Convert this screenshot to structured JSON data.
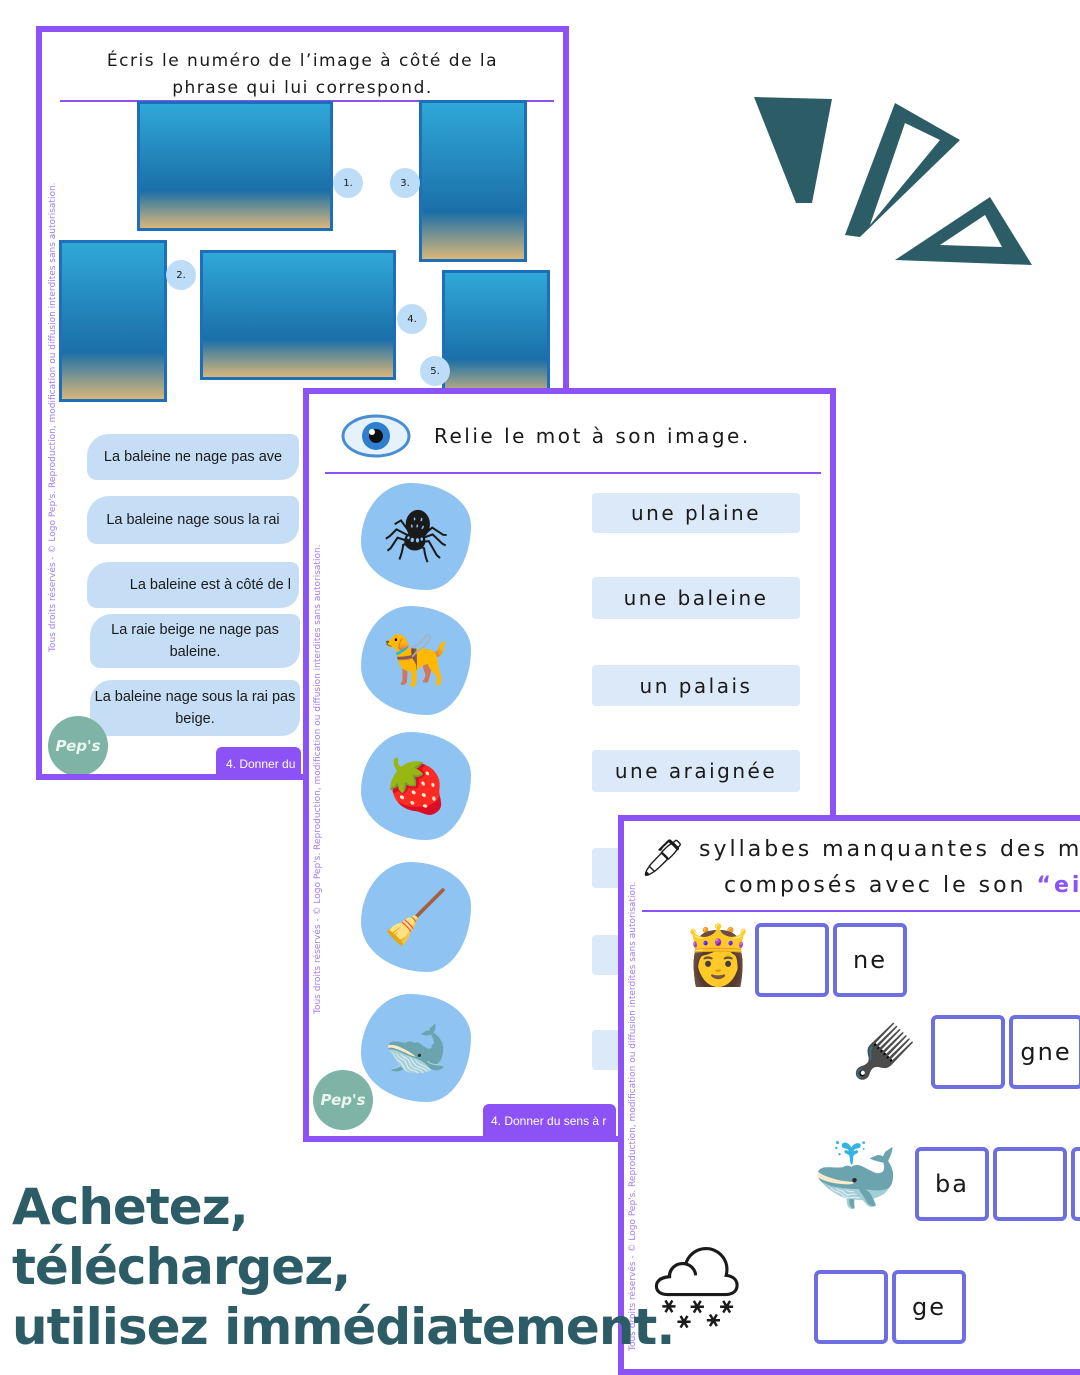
{
  "page1": {
    "title_line1": "Écris le numéro de l’image à côté de la",
    "title_line2": "phrase qui lui correspond.",
    "numbers": [
      "1.",
      "3.",
      "2.",
      "4.",
      "5."
    ],
    "sentences": [
      "La baleine ne nage pas ave",
      "La baleine nage sous la rai",
      "La baleine est à côté de l",
      "La raie beige ne nage pas baleine.",
      "La baleine  nage sous la rai pas beige."
    ],
    "copyright": "Tous droits réservés - © Logo Pep's. Reproduction, modification ou diffusion interdites sans autorisation.",
    "footer_tab": "4. Donner du",
    "logo_text": "Pep's"
  },
  "page2": {
    "title": "Relie le mot à son image.",
    "words": [
      "une plaine",
      "une baleine",
      "un palais",
      "une araignée"
    ],
    "images": [
      "spider",
      "leash",
      "strawberry",
      "broom",
      "whale"
    ],
    "copyright": "Tous droits réservés - © Logo Pep's. Reproduction, modification ou diffusion interdites sans autorisation.",
    "footer_tab": "4. Donner du sens à r",
    "logo_text": "Pep's"
  },
  "page3": {
    "title_line1": "syllabes manquantes des m",
    "title_line2_pre": "composés avec le son ",
    "title_line2_quote": "“ei",
    "accent": "#8c52f5",
    "rows": [
      {
        "image": "queen",
        "boxes": [
          "",
          "ne"
        ]
      },
      {
        "image": "comb",
        "boxes": [
          "",
          "gne"
        ]
      },
      {
        "image": "whale",
        "boxes": [
          "ba",
          "",
          ""
        ]
      },
      {
        "image": "snow-cloud",
        "boxes": [
          "",
          "ge"
        ]
      }
    ],
    "copyright": "Tous droits réservés - © Logo Pep's. Reproduction, modification ou diffusion interdites sans autorisation."
  },
  "promo": {
    "line1": "Achetez,",
    "line2": "téléchargez,",
    "line3": "utilisez immédiatement.",
    "color": "#2c5c66"
  },
  "colors": {
    "frame": "#8c52f5",
    "pill": "#c6def5",
    "teal": "#2c5c66"
  }
}
